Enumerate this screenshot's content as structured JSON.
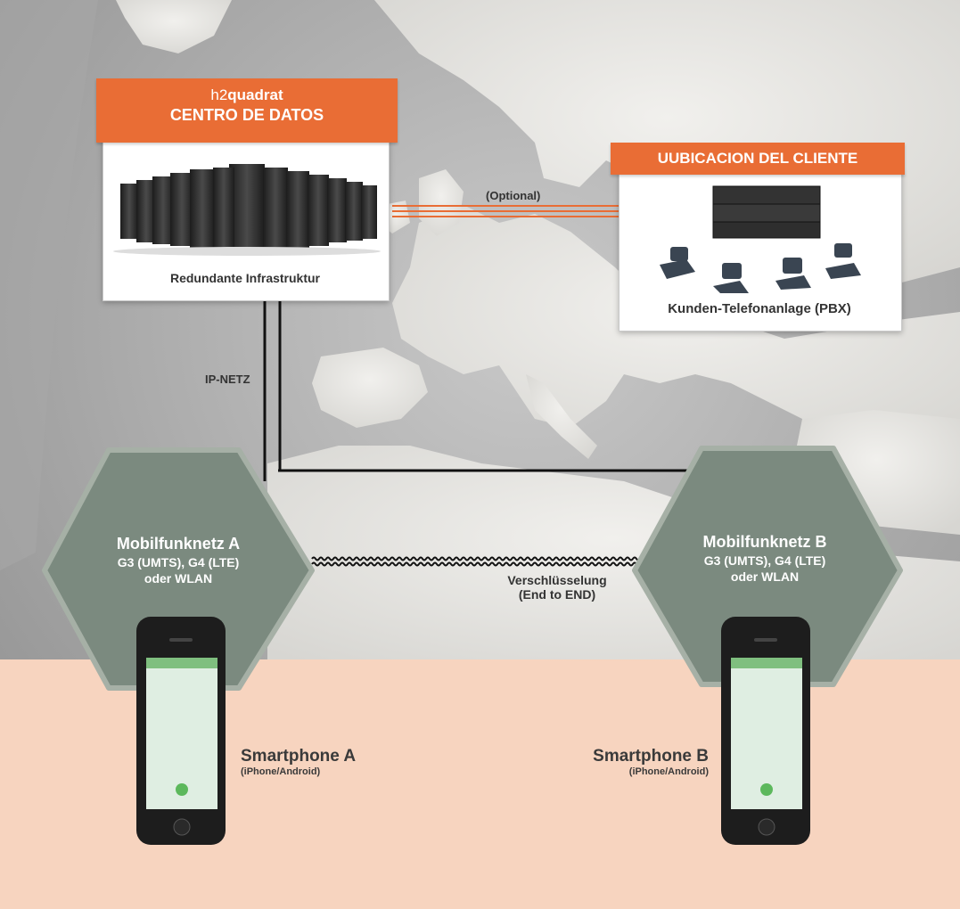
{
  "datacenter": {
    "brand_light": "h2",
    "brand_bold": "quadrat",
    "title": "CENTRO DE DATOS",
    "caption": "Redundante Infrastruktur"
  },
  "customer": {
    "title": "UUBICACION DEL CLIENTE",
    "caption": "Kunden-Telefonanlage (PBX)"
  },
  "optional_label": "(Optional)",
  "ip_label": "IP-NETZ",
  "mobile_a": {
    "title": "Mobilfunknetz A",
    "line1": "G3 (UMTS), G4 (LTE)",
    "line2": "oder WLAN"
  },
  "mobile_b": {
    "title": "Mobilfunknetz B",
    "line1": "G3 (UMTS), G4 (LTE)",
    "line2": "oder WLAN"
  },
  "encryption": {
    "line1": "Verschlüsselung",
    "line2": "(End to END)"
  },
  "smartphone_a": {
    "name": "Smartphone A",
    "sub": "(iPhone/Android)"
  },
  "smartphone_b": {
    "name": "Smartphone B",
    "sub": "(iPhone/Android)"
  },
  "colors": {
    "accent": "#e96d35",
    "hexagon": "#7b8a7f",
    "hexagon_border": "#a6b0a6",
    "bottom_band": "#f7d4bf",
    "map_land": "#e9e8e4",
    "map_sea": "#b8b8b8"
  }
}
